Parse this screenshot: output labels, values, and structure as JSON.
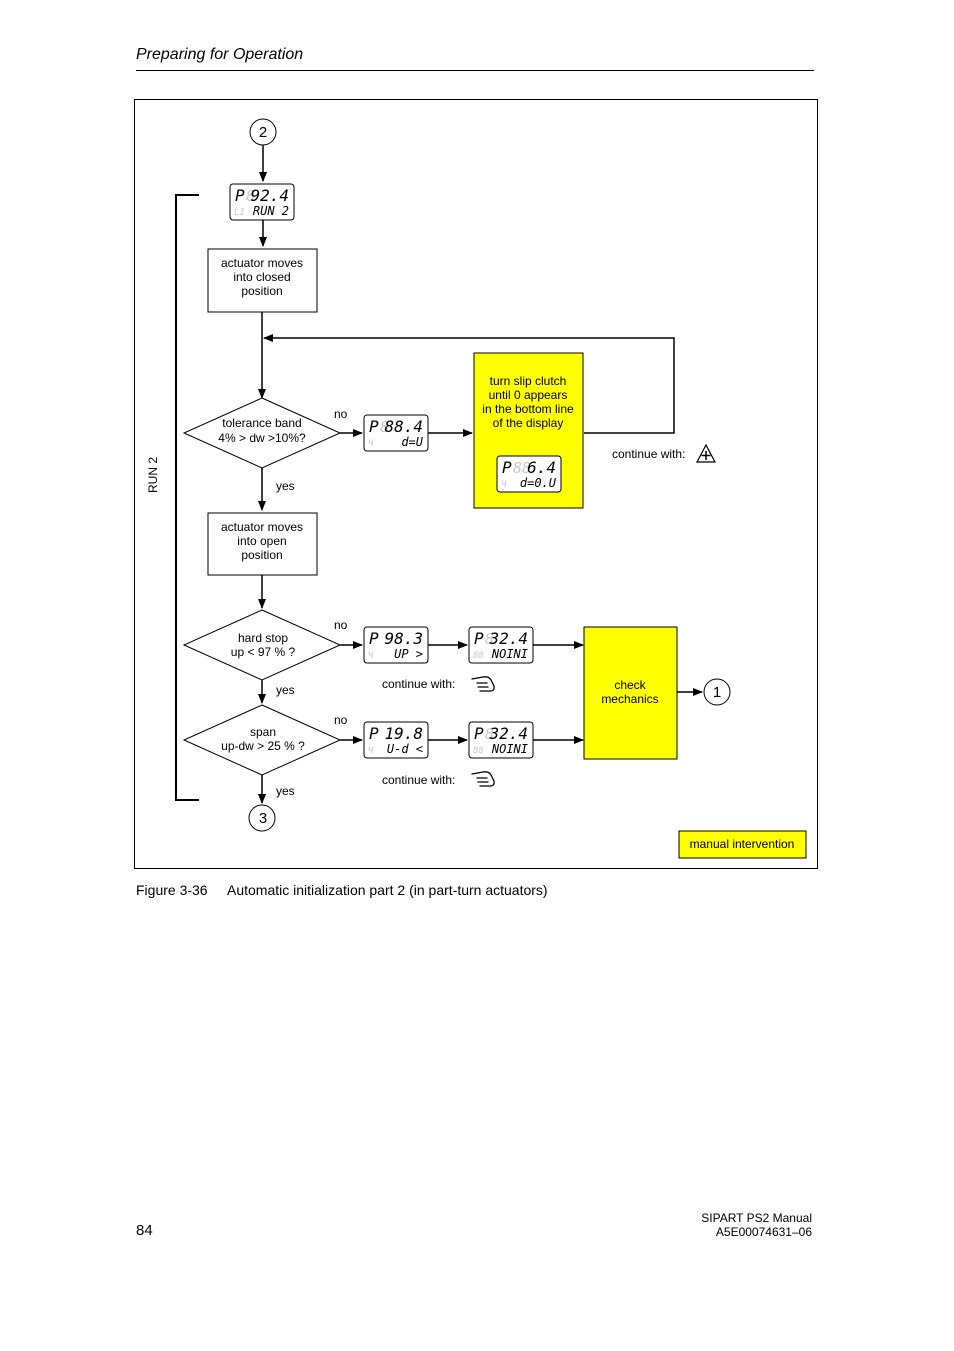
{
  "header": {
    "title": "Preparing for Operation"
  },
  "figure": {
    "number": "Figure 3-36",
    "caption": "Automatic initialization part 2 (in part-turn actuators)"
  },
  "connectors": {
    "top": "2",
    "bottom": "3",
    "right": "1"
  },
  "bracket_label": "RUN 2",
  "boxes": {
    "closed": [
      "actuator moves",
      "into closed",
      "position"
    ],
    "open": [
      "actuator moves",
      "into open",
      "position"
    ],
    "slip": [
      "turn slip clutch",
      "until 0 appears",
      "in the bottom line",
      "of the display"
    ],
    "check": [
      "check",
      "mechanics"
    ]
  },
  "decisions": {
    "tolerance": [
      "tolerance band",
      "4% > dw >10%?"
    ],
    "hardstop": [
      "hard stop",
      "up < 97 % ?"
    ],
    "span": [
      "span",
      "up-dw > 25 % ?"
    ]
  },
  "labels": {
    "no": "no",
    "yes": "yes",
    "continue": "continue with:"
  },
  "displays": {
    "run2": {
      "top": "92.4",
      "bottom": "RUN 2"
    },
    "tol": {
      "top": "88.4",
      "bottom": "d=U"
    },
    "slip": {
      "top": "6.4",
      "bottom": "d=0.U"
    },
    "hs1": {
      "top": "98.3",
      "bottom": "UP >"
    },
    "hs2": {
      "top": "32.4",
      "bottom": "NOINI"
    },
    "sp1": {
      "top": "19.8",
      "bottom": "U-d <"
    },
    "sp2": {
      "top": "32.4",
      "bottom": "NOINI"
    }
  },
  "legend": "manual intervention",
  "colors": {
    "highlight": "#ffff00",
    "line": "#000000"
  },
  "footer": {
    "page": "84",
    "manual": "SIPART PS2  Manual",
    "doc_id": "A5E00074631–06"
  }
}
